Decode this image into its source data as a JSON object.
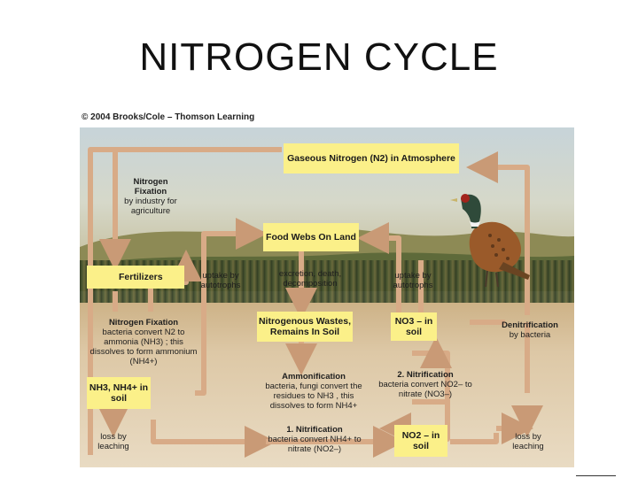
{
  "page": {
    "title": "NITROGEN CYCLE",
    "copyright": "© 2004 Brooks/Cole – Thomson Learning"
  },
  "diagram": {
    "gaseous_nitrogen": "Gaseous Nitrogen (N2) in Atmosphere",
    "food_webs": "Food Webs On Land",
    "fertilizers": "Fertilizers",
    "nitrogenous_wastes": "Nitrogenous Wastes, Remains In Soil",
    "no3_soil": "NO3 – in soil",
    "nh3_nh4_soil": "NH3, NH4+ in soil",
    "no2_soil": "NO2 – in soil",
    "nitrogen_fixation_industry_title": "Nitrogen Fixation",
    "nitrogen_fixation_industry_desc": "by industry for agriculture",
    "uptake_left": "uptake by autotrophs",
    "excretion": "excretion, death, decomposition",
    "uptake_right": "uptake by autotrophs",
    "nitrogen_fixation_title": "Nitrogen Fixation",
    "nitrogen_fixation_desc": "bacteria convert N2 to ammonia (NH3) ; this dissolves to form ammonium (NH4+)",
    "denitrification_title": "Denitrification",
    "denitrification_desc": "by bacteria",
    "ammonification_title": "Ammonification",
    "ammonification_desc": "bacteria, fungi convert the residues to NH3 , this dissolves to form NH4+",
    "nitrification2_title": "2. Nitrification",
    "nitrification2_desc": "bacteria convert NO2– to nitrate (NO3–)",
    "nitrification1_title": "1. Nitrification",
    "nitrification1_desc": "bacteria convert NH4+ to nitrate (NO2–)",
    "leaching_left": "loss by leaching",
    "leaching_right": "loss by leaching"
  },
  "colors": {
    "box": "#fbf089",
    "arrow": "#d8ab87",
    "soil": "#ddc8a6",
    "sky": "#c7d4d9"
  },
  "icons": [
    "pheasant-illustration",
    "arrow"
  ]
}
